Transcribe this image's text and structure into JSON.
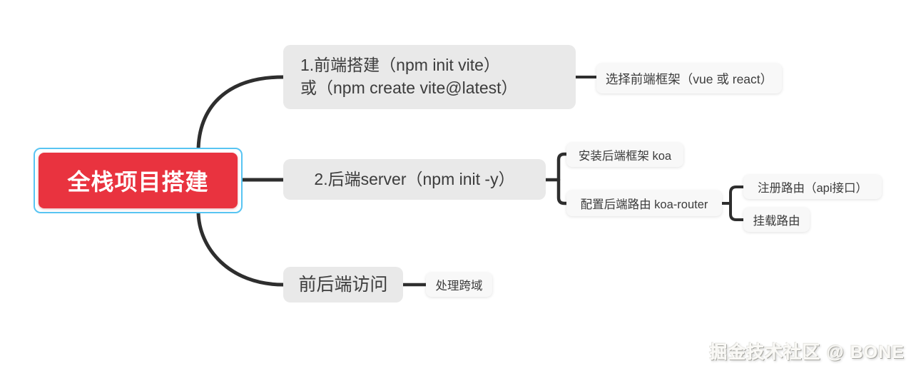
{
  "mindmap": {
    "root": {
      "label": "全栈项目搭建",
      "bg_color": "#e9333f",
      "text_color": "#ffffff",
      "selection_border_color": "#58c4f2"
    },
    "branches": [
      {
        "id": "frontend",
        "label": "1.前端搭建（npm init vite）\n或（npm create vite@latest）",
        "children": [
          {
            "label": "选择前端框架（vue 或 react）"
          }
        ]
      },
      {
        "id": "backend",
        "label": "2.后端server（npm init -y）",
        "children": [
          {
            "label": "安装后端框架 koa"
          },
          {
            "label": "配置后端路由 koa-router",
            "children": [
              {
                "label": "注册路由（api接口）"
              },
              {
                "label": "挂载路由"
              }
            ]
          }
        ]
      },
      {
        "id": "access",
        "label": "前后端访问",
        "children": [
          {
            "label": "处理跨域"
          }
        ]
      }
    ],
    "style": {
      "branch_bg": "#e9e9e9",
      "leaf_bg": "#f8f8f8",
      "line_color": "#2e2e2e",
      "text_color": "#3c3c3c"
    }
  },
  "watermark": "掘金技术社区 @ BONE"
}
